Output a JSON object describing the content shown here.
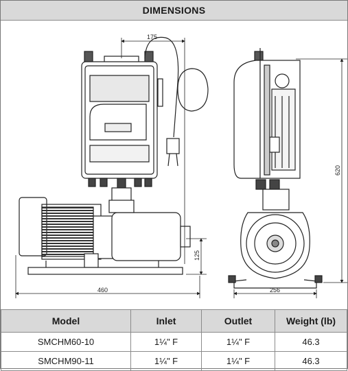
{
  "header": {
    "title": "DIMENSIONS"
  },
  "dimensions": {
    "top_width": "175",
    "total_length": "460",
    "height": "620",
    "base_width": "256",
    "inlet_height": "125"
  },
  "table": {
    "columns": [
      "Model",
      "Inlet",
      "Outlet",
      "Weight (lb)"
    ],
    "rows": [
      [
        "SMCHM60-10",
        "1¼\" F",
        "1¼\" F",
        "46.3"
      ],
      [
        "SMCHM90-11",
        "1¼\" F",
        "1¼\" F",
        "46.3"
      ]
    ]
  }
}
